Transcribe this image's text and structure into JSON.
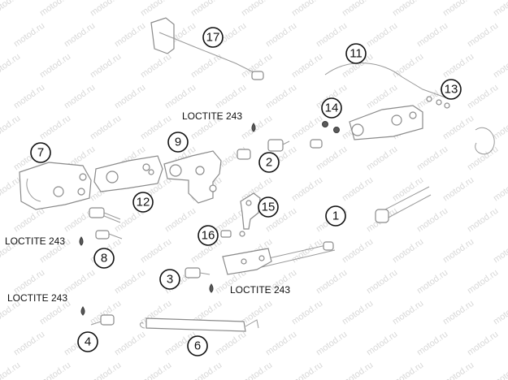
{
  "watermark": "motod.ru",
  "notes": [
    "LOCTITE 243",
    "LOCTITE 243",
    "LOCTITE 243",
    "LOCTITE 243"
  ],
  "callouts": [
    "1",
    "2",
    "3",
    "4",
    "6",
    "7",
    "8",
    "9",
    "11",
    "12",
    "13",
    "14",
    "15",
    "16",
    "17"
  ]
}
